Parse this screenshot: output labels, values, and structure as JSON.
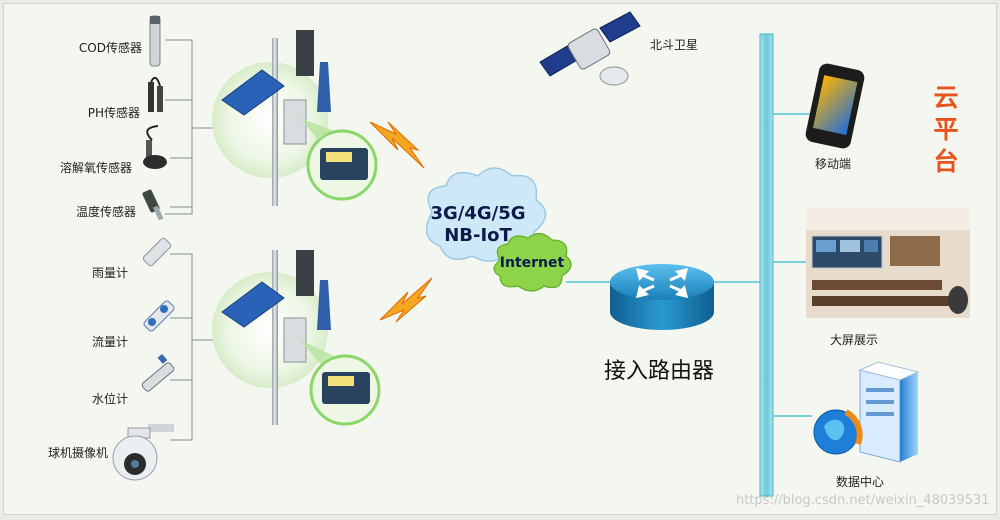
{
  "sensors": [
    {
      "label": "COD传感器",
      "icon": "cod-sensor-icon"
    },
    {
      "label": "PH传感器",
      "icon": "ph-sensor-icon"
    },
    {
      "label": "溶解氧传感器",
      "icon": "dissolved-oxygen-sensor-icon"
    },
    {
      "label": "温度传感器",
      "icon": "temperature-sensor-icon"
    },
    {
      "label": "雨量计",
      "icon": "rain-gauge-icon"
    },
    {
      "label": "流量计",
      "icon": "flow-meter-icon"
    },
    {
      "label": "水位计",
      "icon": "water-level-gauge-icon"
    },
    {
      "label": "球机摄像机",
      "icon": "dome-camera-icon"
    }
  ],
  "network": {
    "cloud_line1": "3G/4G/5G",
    "cloud_line2": "NB-IoT",
    "internet": "Internet",
    "satellite": "北斗卫星"
  },
  "router": {
    "label": "接入路由器"
  },
  "cloud_platform": {
    "title_chars": [
      "云",
      "平",
      "台"
    ],
    "clients": [
      {
        "label": "移动端",
        "icon": "smartphone-icon"
      },
      {
        "label": "大屏展示",
        "icon": "control-room-icon"
      },
      {
        "label": "数据中心",
        "icon": "data-center-server-icon"
      }
    ]
  },
  "watermark": "https://blog.csdn.net/weixin_48039531",
  "colors": {
    "bus": "#7ad0de",
    "bus_edge": "#4fb3c6",
    "bolt": "#f5a623",
    "cloud_blue": "#cfe8f7",
    "cloud_green": "#8dd44a",
    "router": "#1d86c0",
    "title": "#e8521c"
  }
}
